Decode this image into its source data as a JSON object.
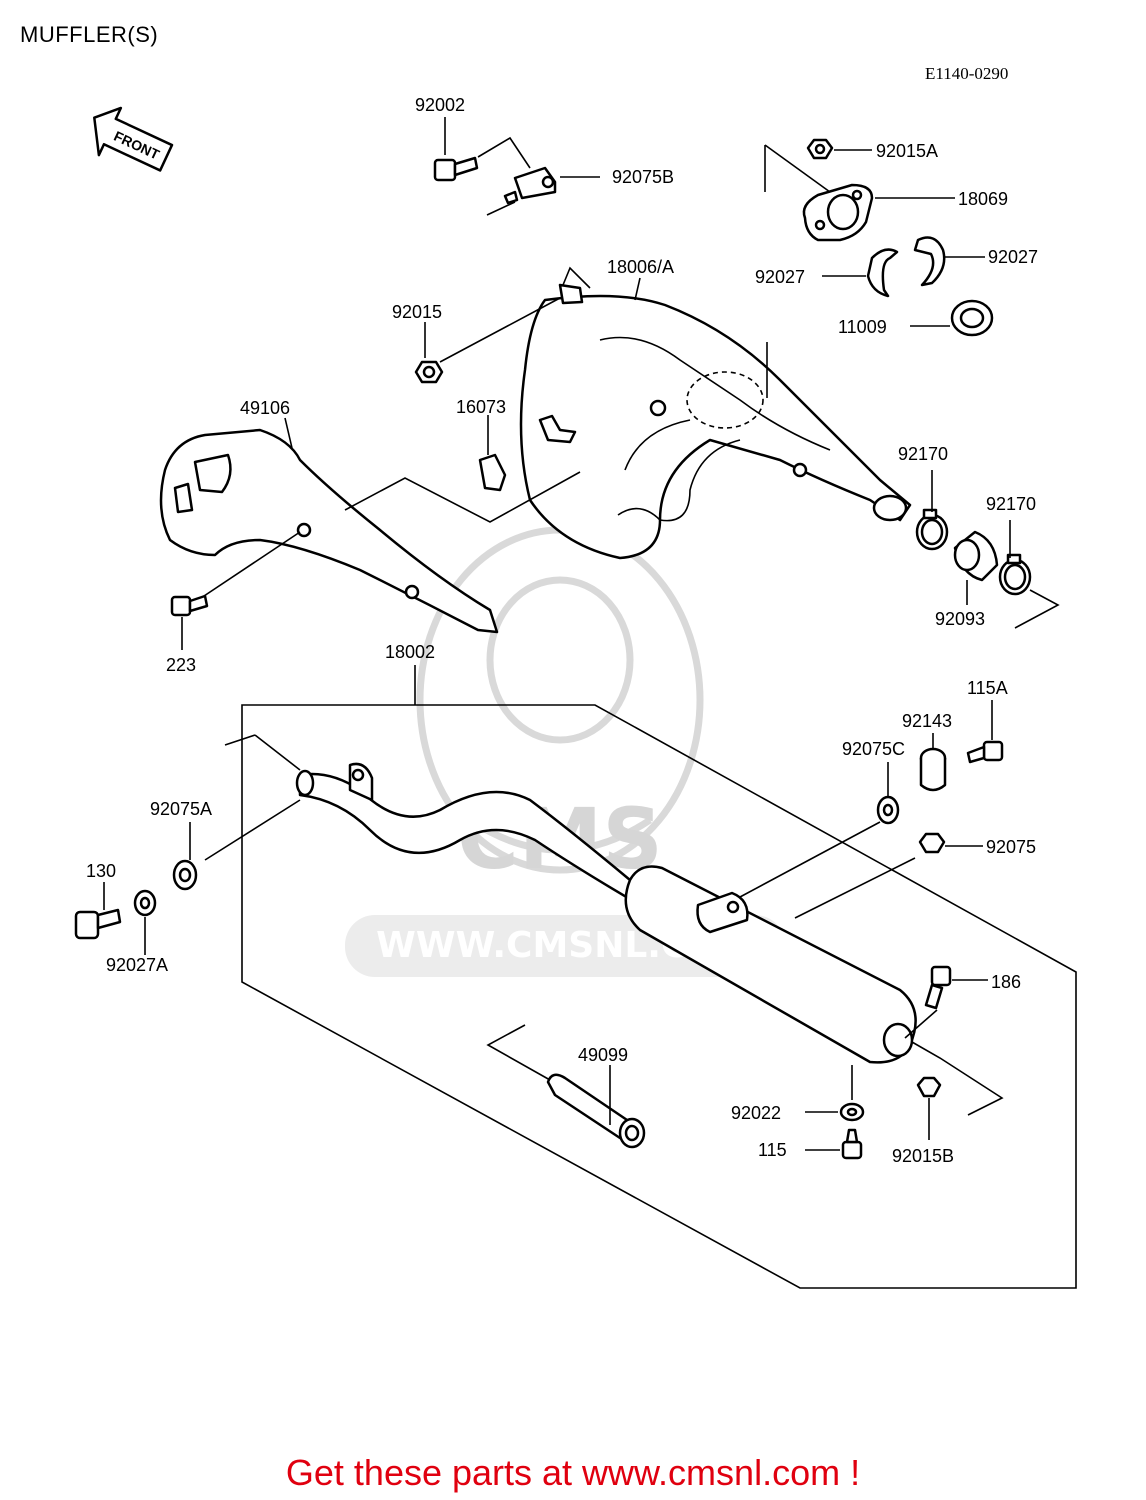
{
  "page": {
    "title": "MUFFLER(S)",
    "diagram_code": "E1140-0290",
    "front_arrow": "FRONT"
  },
  "watermark": {
    "text": "WWW.CMSNL.COM",
    "logo": "CMS"
  },
  "parts": [
    {
      "id": "92002",
      "label": "92002"
    },
    {
      "id": "92075B",
      "label": "92075B"
    },
    {
      "id": "92015A",
      "label": "92015A"
    },
    {
      "id": "18069",
      "label": "18069"
    },
    {
      "id": "92027a",
      "label": "92027"
    },
    {
      "id": "92027b",
      "label": "92027"
    },
    {
      "id": "18006A",
      "label": "18006/A"
    },
    {
      "id": "11009",
      "label": "11009"
    },
    {
      "id": "92015",
      "label": "92015"
    },
    {
      "id": "16073",
      "label": "16073"
    },
    {
      "id": "49106",
      "label": "49106"
    },
    {
      "id": "92170a",
      "label": "92170"
    },
    {
      "id": "92170b",
      "label": "92170"
    },
    {
      "id": "92093",
      "label": "92093"
    },
    {
      "id": "223",
      "label": "223"
    },
    {
      "id": "18002",
      "label": "18002"
    },
    {
      "id": "115A",
      "label": "115A"
    },
    {
      "id": "92143",
      "label": "92143"
    },
    {
      "id": "92075C",
      "label": "92075C"
    },
    {
      "id": "92075A",
      "label": "92075A"
    },
    {
      "id": "92075",
      "label": "92075"
    },
    {
      "id": "130",
      "label": "130"
    },
    {
      "id": "92027A",
      "label": "92027A"
    },
    {
      "id": "186",
      "label": "186"
    },
    {
      "id": "49099",
      "label": "49099"
    },
    {
      "id": "92022",
      "label": "92022"
    },
    {
      "id": "115",
      "label": "115"
    },
    {
      "id": "92015B",
      "label": "92015B"
    }
  ],
  "footer": {
    "text": "Get these parts at www.cmsnl.com !",
    "color": "#e0000f"
  }
}
